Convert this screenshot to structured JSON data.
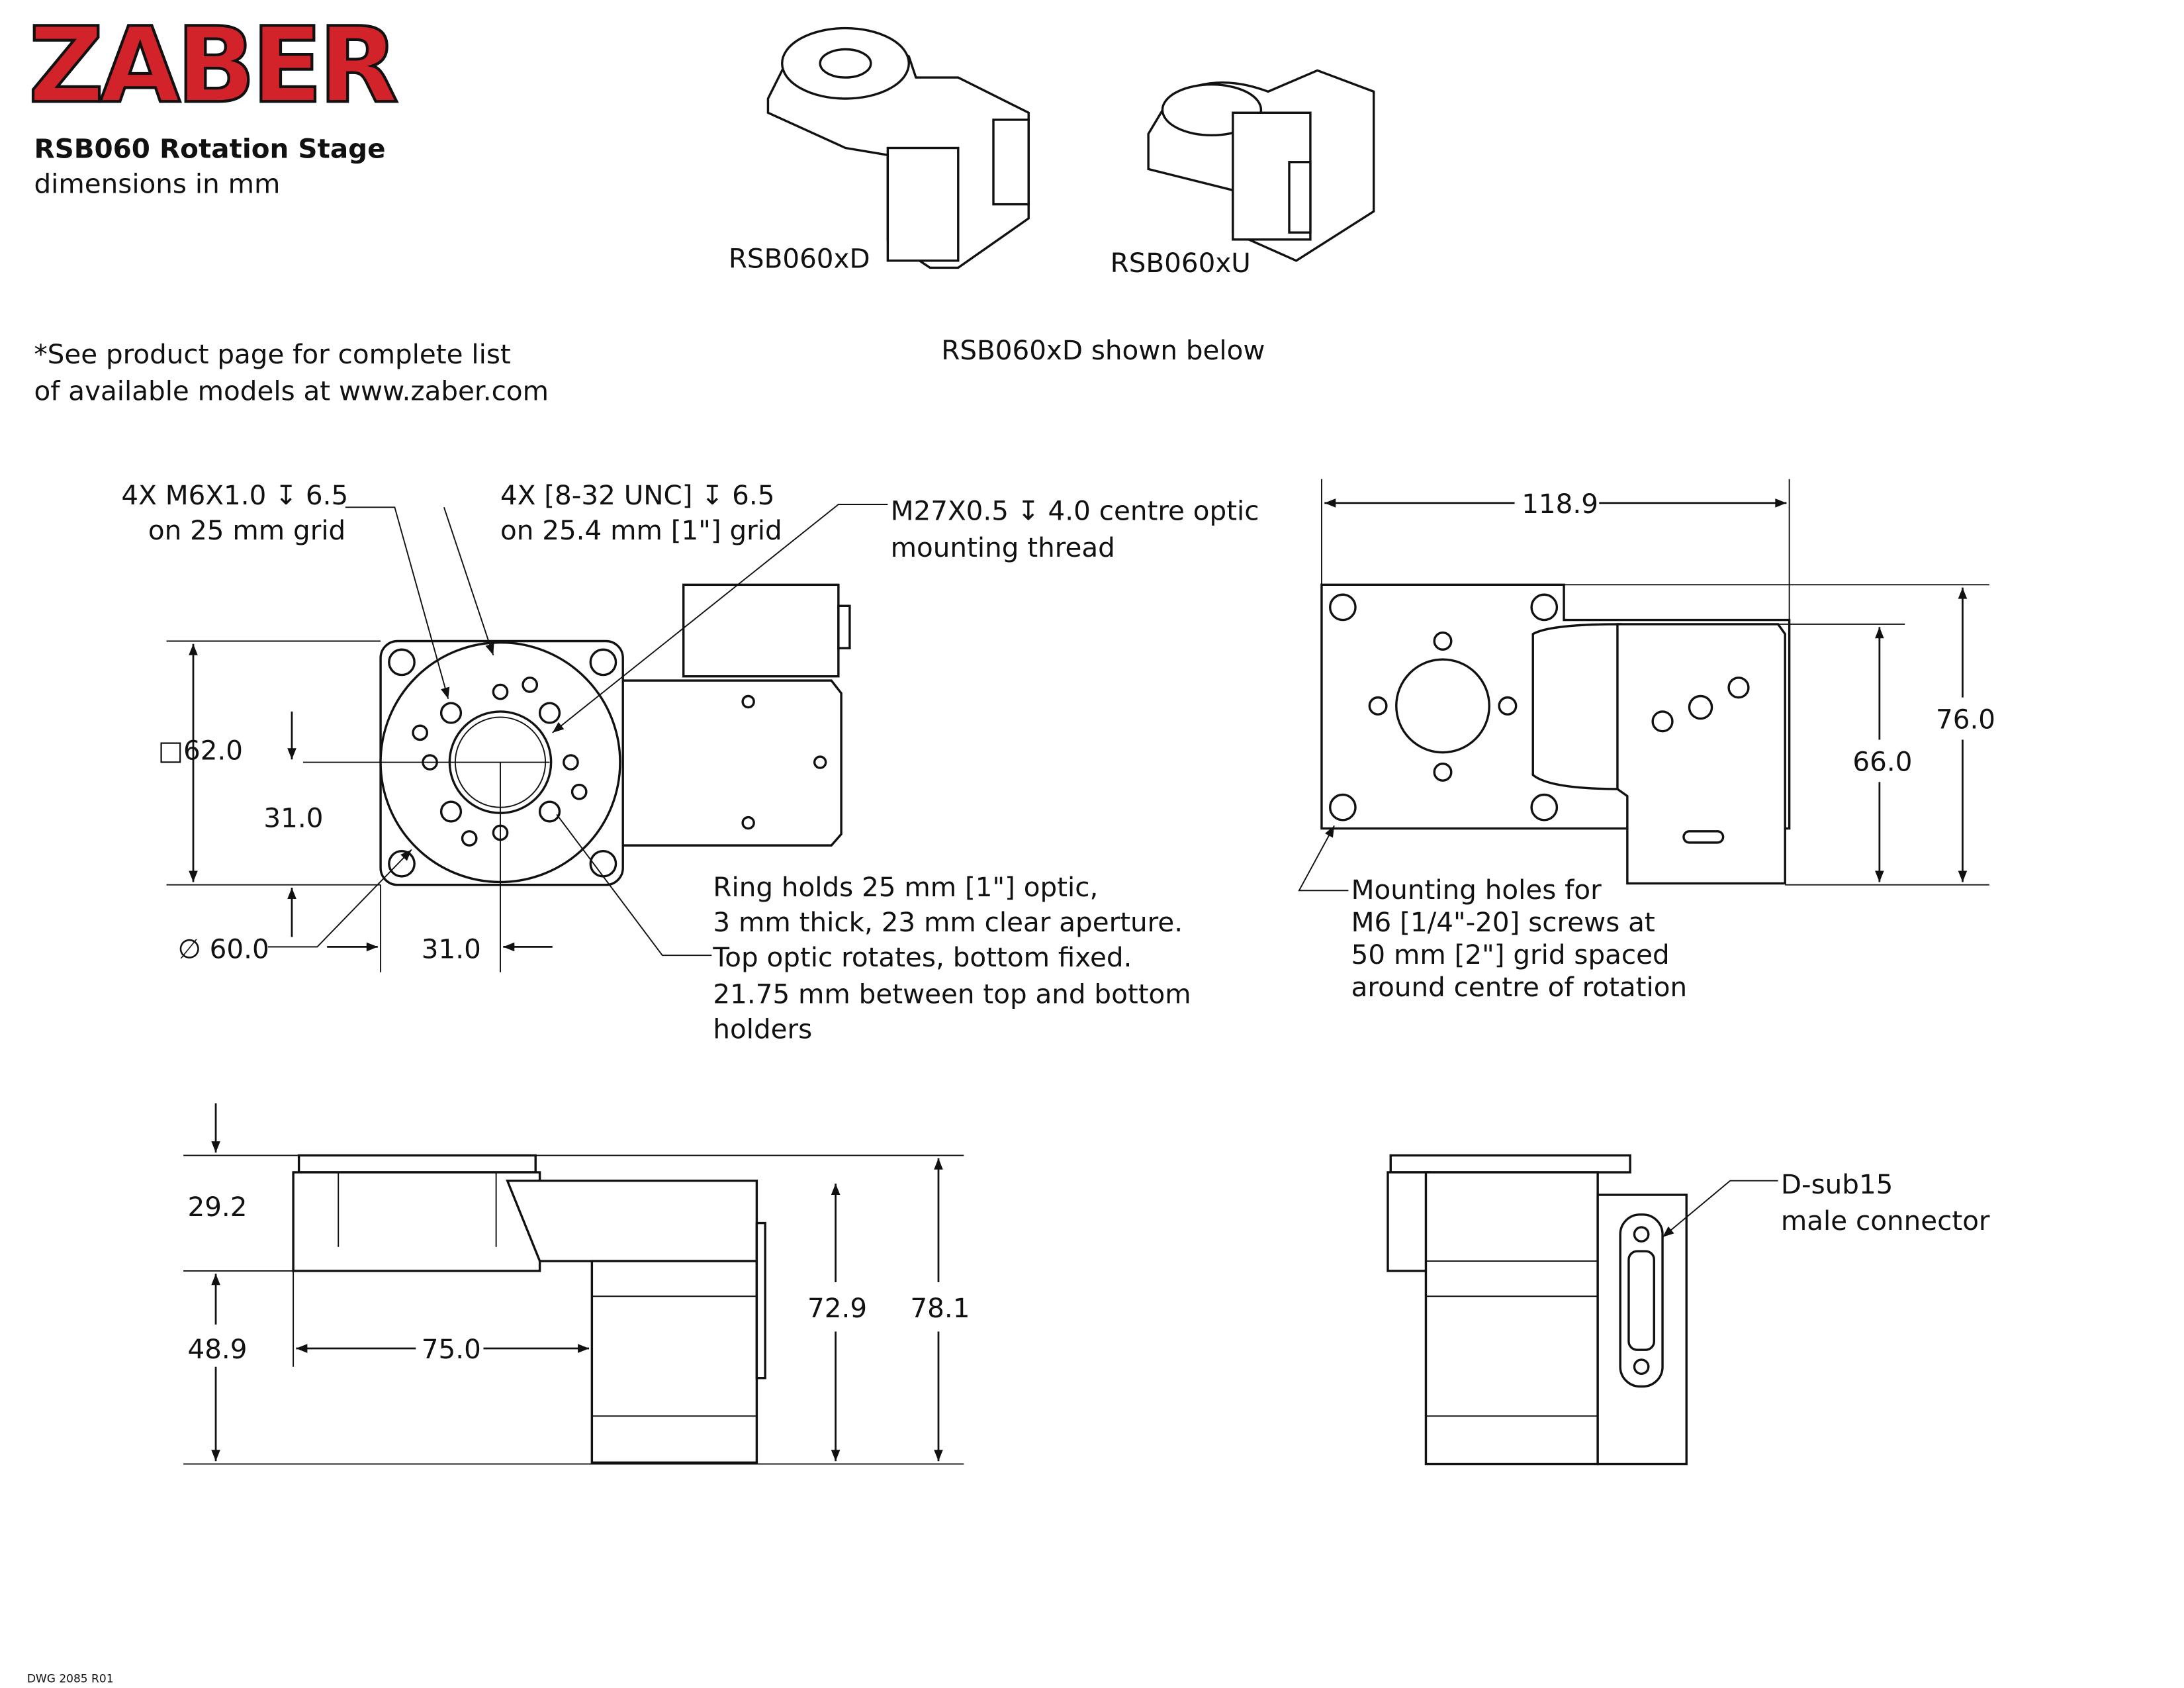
{
  "header": {
    "logo": "ZABER",
    "title": "RSB060 Rotation Stage",
    "subtitle": "dimensions in mm",
    "note_line1": "*See product page for complete list",
    "note_line2": "of available models at www.zaber.com"
  },
  "models": {
    "model_d": "RSB060xD",
    "model_u": "RSB060xU",
    "shown_below": "RSB060xD shown below"
  },
  "top_view": {
    "callout_m6_line1": "4X M6X1.0 ↧ 6.5",
    "callout_m6_line2": "on 25 mm grid",
    "callout_832_line1": "4X [8-32 UNC]  ↧ 6.5",
    "callout_832_line2": "on 25.4 mm [1\"] grid",
    "callout_m27_line1": "M27X0.5 ↧ 4.0 centre optic",
    "callout_m27_line2": "mounting thread",
    "dim_square": "□62.0",
    "dim_half_height": "31.0",
    "dim_diameter": "∅ 60.0",
    "dim_half_width": "31.0",
    "ring_note": [
      "Ring holds 25 mm [1\"] optic,",
      "3 mm thick, 23 mm clear aperture.",
      "Top optic rotates, bottom fixed.",
      "21.75 mm between top and bottom",
      "holders"
    ]
  },
  "side_view": {
    "dim_width": "118.9",
    "dim_height_total": "76.0",
    "dim_height_motor": "66.0",
    "mounting_note": [
      "Mounting holes for",
      "M6 [1/4\"-20] screws at",
      "50 mm [2\"] grid spaced",
      "around centre of rotation"
    ]
  },
  "front_view": {
    "dim_top": "29.2",
    "dim_bottom": "48.9",
    "dim_offset": "75.0",
    "dim_motor_height": "72.9",
    "dim_total_height": "78.1"
  },
  "end_view": {
    "connector_line1": "D-sub15",
    "connector_line2": "male connector"
  },
  "footer": {
    "drawing_number": "DWG 2085  R01"
  }
}
